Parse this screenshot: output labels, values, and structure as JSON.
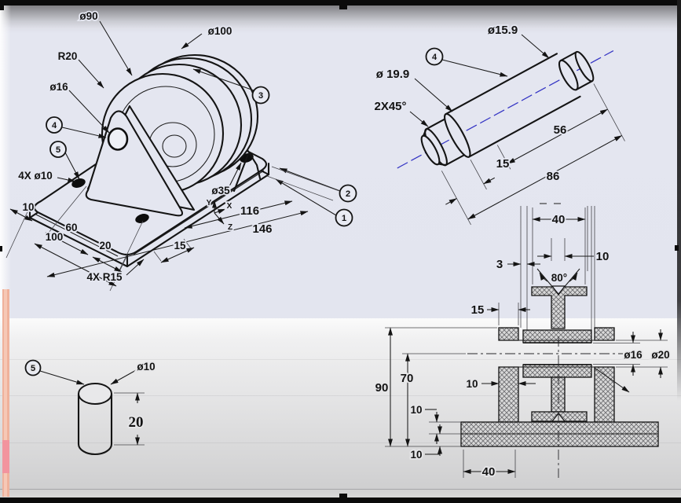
{
  "colors": {
    "line": "#141414",
    "blue_centerline": "#3434c4",
    "salmon_strip": "#efb19b",
    "upper_bg": "#e4e6f0",
    "lower_bg": "#e6e6e8"
  },
  "iso_view": {
    "labels": {
      "dia90": "ø90",
      "dia100": "ø100",
      "r20": "R20",
      "dia16": "ø16",
      "holes_note": "4X ø10",
      "dim_10": "10",
      "dim_100": "100",
      "dim_60": "60",
      "dim_20": "20",
      "fillet_note": "4X R15",
      "dim_15": "15",
      "dia35": "ø35",
      "dim_116": "116",
      "dim_146": "146"
    },
    "axes": {
      "x": "X",
      "y": "Y",
      "z": "Z"
    },
    "balloons": {
      "b1": "1",
      "b2": "2",
      "b3": "3",
      "b4": "4",
      "b5": "5"
    }
  },
  "shaft_view": {
    "balloon": "4",
    "labels": {
      "dia15_9": "ø15.9",
      "dia19_9": "ø 19.9",
      "chamfer": "2X45°",
      "dim_56": "56",
      "dim_15": "15",
      "dim_86": "86"
    }
  },
  "pin_view": {
    "balloon": "5",
    "labels": {
      "dia10": "ø10",
      "dim_20": "20"
    }
  },
  "section_view": {
    "labels": {
      "dim_40_top": "40",
      "dim_10_top": "10",
      "dim_3": "3",
      "angle_80": "80°",
      "dim_15": "15",
      "dia16": "ø16",
      "dia20": "ø20",
      "dim_90": "90",
      "dim_70": "70",
      "dim_10_wall": "10",
      "dim_10_step_upper": "10",
      "dim_10_step_lower": "10",
      "dim_40_bottom": "40"
    }
  }
}
